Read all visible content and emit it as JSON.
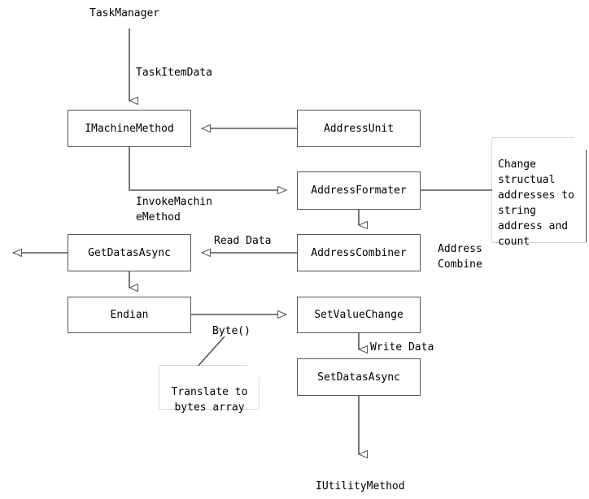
{
  "diagram": {
    "title": "TaskManager data flow diagram",
    "stroke_color": "#555555",
    "text_color": "#000000",
    "background": "#ffffff",
    "nodes": [
      {
        "id": "imachinemethod",
        "label": "IMachineMethod"
      },
      {
        "id": "addressunit",
        "label": "AddressUnit"
      },
      {
        "id": "addressformater",
        "label": "AddressFormater"
      },
      {
        "id": "getdatasasync",
        "label": "GetDatasAsync"
      },
      {
        "id": "addresscombiner",
        "label": "AddressCombiner"
      },
      {
        "id": "endian",
        "label": "Endian"
      },
      {
        "id": "setvaluechange",
        "label": "SetValueChange"
      },
      {
        "id": "setdatasasync",
        "label": "SetDatasAsync"
      }
    ],
    "notes": [
      {
        "id": "note-change-address",
        "text": "Change\nstructual\naddresses to\nstring\naddress and\ncount"
      },
      {
        "id": "note-translate-bytes",
        "text": "Translate to\nbytes array"
      }
    ],
    "labels": [
      {
        "id": "label-taskmanager",
        "text": "TaskManager"
      },
      {
        "id": "label-taskitemdata",
        "text": "TaskItemData"
      },
      {
        "id": "label-invokemachinemethod",
        "text": "InvokeMachin\neMethod"
      },
      {
        "id": "label-readdata",
        "text": "Read Data"
      },
      {
        "id": "label-addresscombine",
        "text": "Address\nCombine"
      },
      {
        "id": "label-byte",
        "text": "Byte()"
      },
      {
        "id": "label-writedata",
        "text": "Write Data"
      },
      {
        "id": "label-iutilitymethod",
        "text": "IUtilityMethod"
      }
    ],
    "edges": [
      {
        "id": "edge-taskmanager-to-imachinemethod",
        "from": "TaskManager",
        "to": "IMachineMethod",
        "label": "TaskItemData"
      },
      {
        "id": "edge-addressunit-to-imachinemethod",
        "from": "AddressUnit",
        "to": "IMachineMethod",
        "label": ""
      },
      {
        "id": "edge-imachinemethod-to-addressformater",
        "from": "IMachineMethod",
        "to": "AddressFormater",
        "label": "InvokeMachineMethod"
      },
      {
        "id": "edge-addressformater-to-addresscombiner",
        "from": "AddressFormater",
        "to": "AddressCombiner",
        "label": ""
      },
      {
        "id": "edge-addressformater-to-note",
        "from": "AddressFormater",
        "to": "note-change-address",
        "label": ""
      },
      {
        "id": "edge-addresscombiner-to-getdatasasync",
        "from": "AddressCombiner",
        "to": "GetDatasAsync",
        "label": "Read Data"
      },
      {
        "id": "edge-getdatasasync-out",
        "from": "GetDatasAsync",
        "to": "",
        "label": ""
      },
      {
        "id": "edge-getdatasasync-to-endian",
        "from": "GetDatasAsync",
        "to": "Endian",
        "label": ""
      },
      {
        "id": "edge-endian-to-setvaluechange",
        "from": "Endian",
        "to": "SetValueChange",
        "label": "Byte()"
      },
      {
        "id": "edge-setvaluechange-to-setdatasasync",
        "from": "SetValueChange",
        "to": "SetDatasAsync",
        "label": "Write Data"
      },
      {
        "id": "edge-setdatasasync-to-iutilitymethod",
        "from": "SetDatasAsync",
        "to": "IUtilityMethod",
        "label": ""
      },
      {
        "id": "edge-note-translate-leader",
        "from": "note-translate-bytes",
        "to": "Byte()",
        "label": ""
      }
    ]
  }
}
